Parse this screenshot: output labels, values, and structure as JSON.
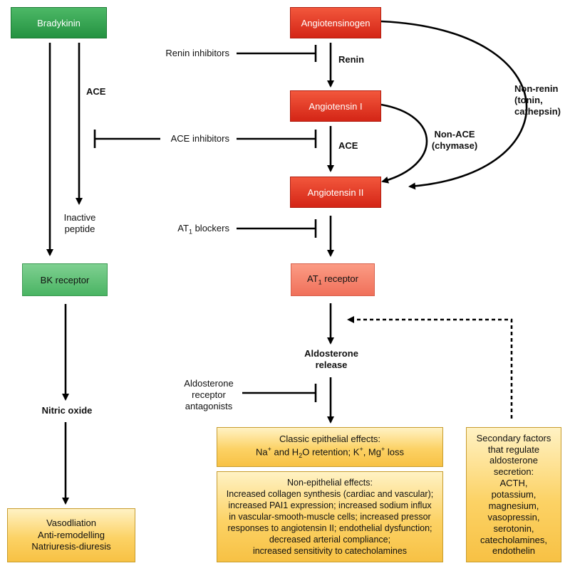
{
  "boxes": {
    "bradykinin": "Bradykinin",
    "bk_receptor": "BK receptor",
    "angiotensinogen": "Angiotensinogen",
    "angiotensin1": "Angiotensin I",
    "angiotensin2": "Angiotensin II",
    "at1_receptor": {
      "pre": "AT",
      "sub": "1",
      "post": " receptor"
    },
    "vasodilation": [
      "Vasodliation",
      "Anti-remodelling",
      "Natriuresis-diuresis"
    ],
    "classic": {
      "title": "Classic epithelial effects:",
      "line2": {
        "a": "Na",
        "a_sup": "+",
        "b": " and H",
        "b_sub": "2",
        "c": "O retention; K",
        "c_sup": "+",
        "d": ", Mg",
        "d_sup": "+",
        "e": " loss"
      }
    },
    "nonepithelial": [
      "Non-epithelial effects:",
      "Increased collagen synthesis (cardiac and vascular);",
      "increased PAI1 expression; increased sodium influx",
      "in vascular-smooth-muscle cells; increased pressor",
      "responses to angiotensin II; endothelial dysfunction;",
      "decreased arterial compliance;",
      "increased sensitivity to catecholamines"
    ],
    "secondary": [
      "Secondary factors",
      "that regulate",
      "aldosterone",
      "secretion:",
      "ACTH,",
      "potassium,",
      "magnesium,",
      "vasopressin,",
      "serotonin,",
      "catecholamines,",
      "endothelin"
    ]
  },
  "labels": {
    "ace_left": "ACE",
    "inactive_peptide": [
      "Inactive",
      "peptide"
    ],
    "nitric_oxide": "Nitric oxide",
    "renin_inhibitors": "Renin inhibitors",
    "renin": "Renin",
    "ace_inhibitors": "ACE inhibitors",
    "ace_mid": "ACE",
    "non_ace": [
      "Non-ACE",
      "(chymase)"
    ],
    "non_renin": [
      "Non-renin",
      "(tonin,",
      "cathepsin)"
    ],
    "at1_blockers": {
      "pre": "AT",
      "sub": "1",
      "post": " blockers"
    },
    "aldosterone_release": [
      "Aldosterone",
      "release"
    ],
    "aldo_antagonists": [
      "Aldosterone",
      "receptor",
      "antagonists"
    ]
  }
}
